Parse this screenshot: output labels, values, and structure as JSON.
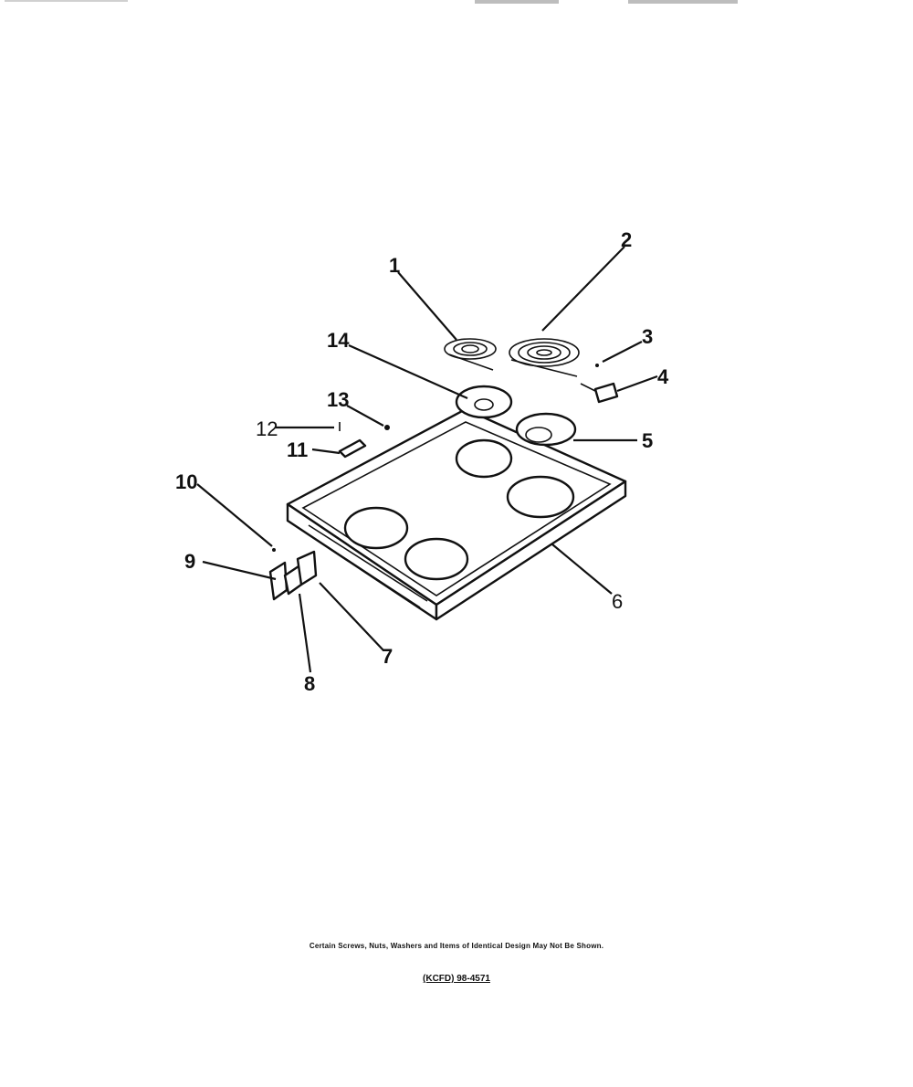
{
  "diagram": {
    "callouts": [
      "1",
      "2",
      "3",
      "4",
      "5",
      "6",
      "7",
      "8",
      "9",
      "10",
      "11",
      "12",
      "13",
      "14"
    ]
  },
  "footer": {
    "note": "Certain Screws, Nuts, Washers and Items of Identical Design May Not Be Shown.",
    "code": "(KCFD) 98-4571"
  },
  "colors": {
    "ink": "#111111",
    "background": "#ffffff"
  }
}
